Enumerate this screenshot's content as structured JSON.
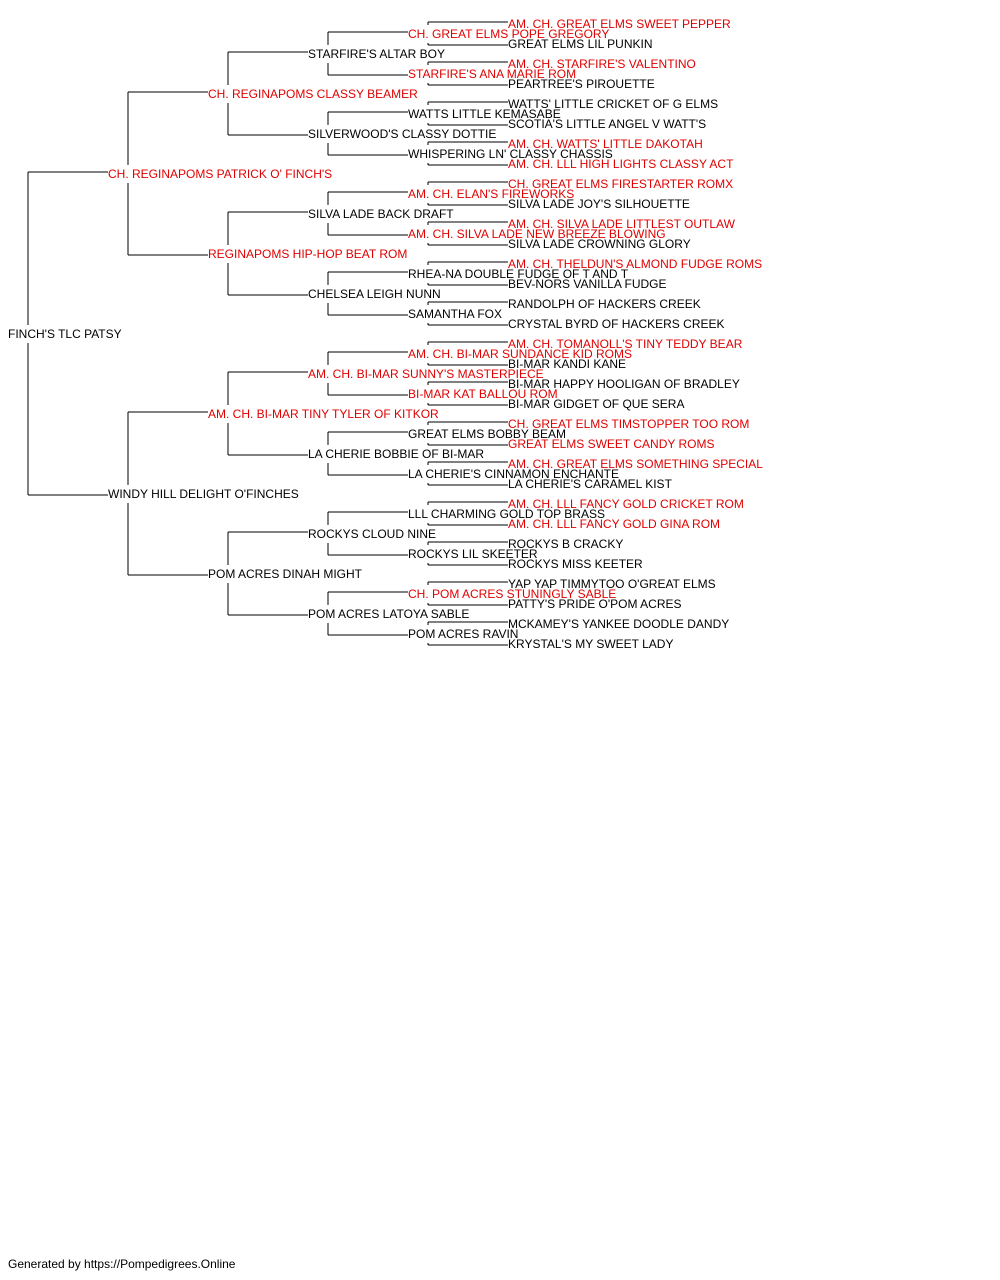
{
  "colors": {
    "champion": "#e00000",
    "normal": "#000000",
    "line": "#000000"
  },
  "footer": "Generated by https://Pompedigrees.Online",
  "pedigree": {
    "name": "FINCH'S TLC PATSY",
    "champion": false,
    "sire": {
      "name": "CH. REGINAPOMS PATRICK O' FINCH'S",
      "champion": true,
      "sire": {
        "name": "CH. REGINAPOMS CLASSY BEAMER",
        "champion": true,
        "sire": {
          "name": "STARFIRE'S ALTAR BOY",
          "champion": false,
          "sire": {
            "name": "CH. GREAT ELMS POPE GREGORY",
            "champion": true,
            "sire": {
              "name": "AM. CH. GREAT ELMS SWEET PEPPER",
              "champion": true
            },
            "dam": {
              "name": "GREAT ELMS LIL PUNKIN",
              "champion": false
            }
          },
          "dam": {
            "name": "STARFIRE'S ANA MARIE ROM",
            "champion": true,
            "sire": {
              "name": "AM. CH. STARFIRE'S VALENTINO",
              "champion": true
            },
            "dam": {
              "name": "PEARTREE'S PIROUETTE",
              "champion": false
            }
          }
        },
        "dam": {
          "name": "SILVERWOOD'S CLASSY DOTTIE",
          "champion": false,
          "sire": {
            "name": "WATTS LITTLE KEMASABE",
            "champion": false,
            "sire": {
              "name": "WATTS' LITTLE CRICKET OF G ELMS",
              "champion": false
            },
            "dam": {
              "name": "SCOTIA'S LITTLE ANGEL V WATT'S",
              "champion": false
            }
          },
          "dam": {
            "name": "WHISPERING LN' CLASSY CHASSIS",
            "champion": false,
            "sire": {
              "name": "AM. CH. WATTS' LITTLE DAKOTAH",
              "champion": true
            },
            "dam": {
              "name": "AM. CH. LLL HIGH LIGHTS CLASSY ACT",
              "champion": true
            }
          }
        }
      },
      "dam": {
        "name": "REGINAPOMS HIP-HOP BEAT ROM",
        "champion": true,
        "sire": {
          "name": "SILVA LADE BACK DRAFT",
          "champion": false,
          "sire": {
            "name": "AM. CH. ELAN'S FIREWORKS",
            "champion": true,
            "sire": {
              "name": "CH. GREAT ELMS FIRESTARTER ROMX",
              "champion": true
            },
            "dam": {
              "name": "SILVA LADE JOY'S SILHOUETTE",
              "champion": false
            }
          },
          "dam": {
            "name": "AM. CH. SILVA LADE NEW BREEZE BLOWING",
            "champion": true,
            "sire": {
              "name": "AM. CH. SILVA LADE LITTLEST OUTLAW",
              "champion": true
            },
            "dam": {
              "name": "SILVA LADE CROWNING GLORY",
              "champion": false
            }
          }
        },
        "dam": {
          "name": "CHELSEA LEIGH NUNN",
          "champion": false,
          "sire": {
            "name": "RHEA-NA DOUBLE FUDGE OF T AND T",
            "champion": false,
            "sire": {
              "name": "AM. CH. THELDUN'S ALMOND FUDGE ROMS",
              "champion": true
            },
            "dam": {
              "name": "BEV-NORS VANILLA FUDGE",
              "champion": false
            }
          },
          "dam": {
            "name": "SAMANTHA FOX",
            "champion": false,
            "sire": {
              "name": "RANDOLPH OF HACKERS CREEK",
              "champion": false
            },
            "dam": {
              "name": "CRYSTAL BYRD OF HACKERS CREEK",
              "champion": false
            }
          }
        }
      }
    },
    "dam": {
      "name": "WINDY HILL DELIGHT O'FINCHES",
      "champion": false,
      "sire": {
        "name": "AM. CH. BI-MAR TINY TYLER OF KITKOR",
        "champion": true,
        "sire": {
          "name": "AM. CH. BI-MAR SUNNY'S MASTERPIECE",
          "champion": true,
          "sire": {
            "name": "AM. CH. BI-MAR SUNDANCE KID ROMS",
            "champion": true,
            "sire": {
              "name": "AM. CH. TOMANOLL'S TINY TEDDY BEAR",
              "champion": true
            },
            "dam": {
              "name": "BI-MAR KANDI KANE",
              "champion": false
            }
          },
          "dam": {
            "name": "BI-MAR KAT BALLOU ROM",
            "champion": true,
            "sire": {
              "name": "BI-MAR HAPPY HOOLIGAN OF BRADLEY",
              "champion": false
            },
            "dam": {
              "name": "BI-MAR GIDGET OF QUE SERA",
              "champion": false
            }
          }
        },
        "dam": {
          "name": "LA CHERIE BOBBIE OF BI-MAR",
          "champion": false,
          "sire": {
            "name": "GREAT ELMS BOBBY BEAM",
            "champion": false,
            "sire": {
              "name": "CH. GREAT ELMS TIMSTOPPER TOO ROM",
              "champion": true
            },
            "dam": {
              "name": "GREAT ELMS SWEET CANDY ROMS",
              "champion": true
            }
          },
          "dam": {
            "name": "LA CHERIE'S CINNAMON ENCHANTE",
            "champion": false,
            "sire": {
              "name": "AM. CH. GREAT ELMS SOMETHING SPECIAL",
              "champion": true
            },
            "dam": {
              "name": "LA CHERIE'S CARAMEL KIST",
              "champion": false
            }
          }
        }
      },
      "dam": {
        "name": "POM ACRES DINAH MIGHT",
        "champion": false,
        "sire": {
          "name": "ROCKYS CLOUD NINE",
          "champion": false,
          "sire": {
            "name": "LLL CHARMING GOLD TOP BRASS",
            "champion": false,
            "sire": {
              "name": "AM. CH. LLL FANCY GOLD CRICKET ROM",
              "champion": true
            },
            "dam": {
              "name": "AM. CH. LLL FANCY GOLD GINA ROM",
              "champion": true
            }
          },
          "dam": {
            "name": "ROCKYS LIL SKEETER",
            "champion": false,
            "sire": {
              "name": "ROCKYS B CRACKY",
              "champion": false
            },
            "dam": {
              "name": "ROCKYS MISS KEETER",
              "champion": false
            }
          }
        },
        "dam": {
          "name": "POM ACRES LATOYA SABLE",
          "champion": false,
          "sire": {
            "name": "CH. POM ACRES STUNINGLY SABLE",
            "champion": true,
            "sire": {
              "name": "YAP YAP TIMMYTOO O'GREAT ELMS",
              "champion": false
            },
            "dam": {
              "name": "PATTY'S PRIDE O'POM ACRES",
              "champion": false
            }
          },
          "dam": {
            "name": "POM ACRES RAVIN",
            "champion": false,
            "sire": {
              "name": "MCKAMEY'S YANKEE DOODLE DANDY",
              "champion": false
            },
            "dam": {
              "name": "KRYSTAL'S MY SWEET LADY",
              "champion": false
            }
          }
        }
      }
    }
  }
}
